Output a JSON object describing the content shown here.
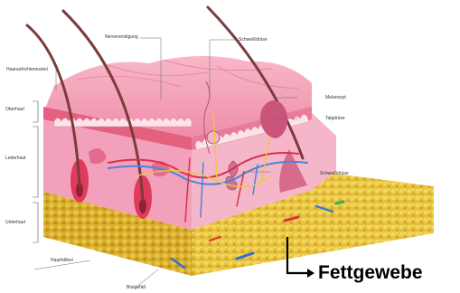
{
  "diagram": {
    "labels": {
      "nervenendigung": "Nervenendigung",
      "schweissdruese_top": "Schweißdrüse",
      "haaraufrichtemuskel": "Haaraufrichtemuskel",
      "oberhaut": "Oberhaut",
      "melanozyt": "Melanozyt",
      "talgdruese": "Talgdrüse",
      "lederhaut": "Lederhaut",
      "schweissdruese_mid": "Schweißdrüse",
      "unterhaut": "Unterhaut",
      "haarfollikel": "Haarfollikel",
      "blutgefaess": "Blutgefäß",
      "fettgewebe": "Fettgewebe"
    },
    "colors": {
      "epidermis": "#f08aa8",
      "dermis": "#f4a6c0",
      "fat": "#e8c23a",
      "fat_dark": "#c99a1a",
      "hair": "#7a3b3b",
      "vessel_red": "#d9304a",
      "vessel_blue": "#4a86d8",
      "nerve": "#e9c940"
    }
  }
}
